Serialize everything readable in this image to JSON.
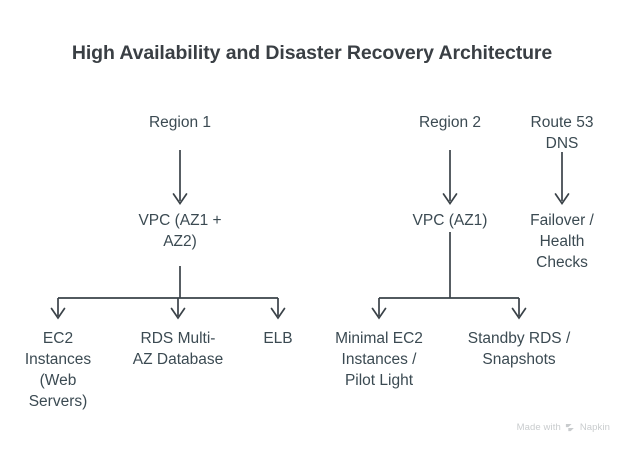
{
  "title": "High Availability and Disaster Recovery Architecture",
  "colors": {
    "background": "#ffffff",
    "title_text": "#3a3f44",
    "node_text": "#3b4a52",
    "connector": "#3a4248",
    "watermark_text": "#c9ccce"
  },
  "nodes": {
    "region1": "Region 1",
    "vpc_region1": "VPC (AZ1 +\nAZ2)",
    "ec2_instances": "EC2\nInstances\n(Web\nServers)",
    "rds_multi_az": "RDS Multi-\nAZ Database",
    "elb": "ELB",
    "region2": "Region 2",
    "vpc_region2": "VPC (AZ1)",
    "minimal_ec2": "Minimal EC2\nInstances /\nPilot Light",
    "standby_rds": "Standby RDS /\nSnapshots",
    "route53": "Route 53\nDNS",
    "failover_health": "Failover /\nHealth\nChecks"
  },
  "watermark": {
    "text_before": "Made with",
    "brand": "Napkin",
    "logo": "napkin-logo-icon"
  }
}
